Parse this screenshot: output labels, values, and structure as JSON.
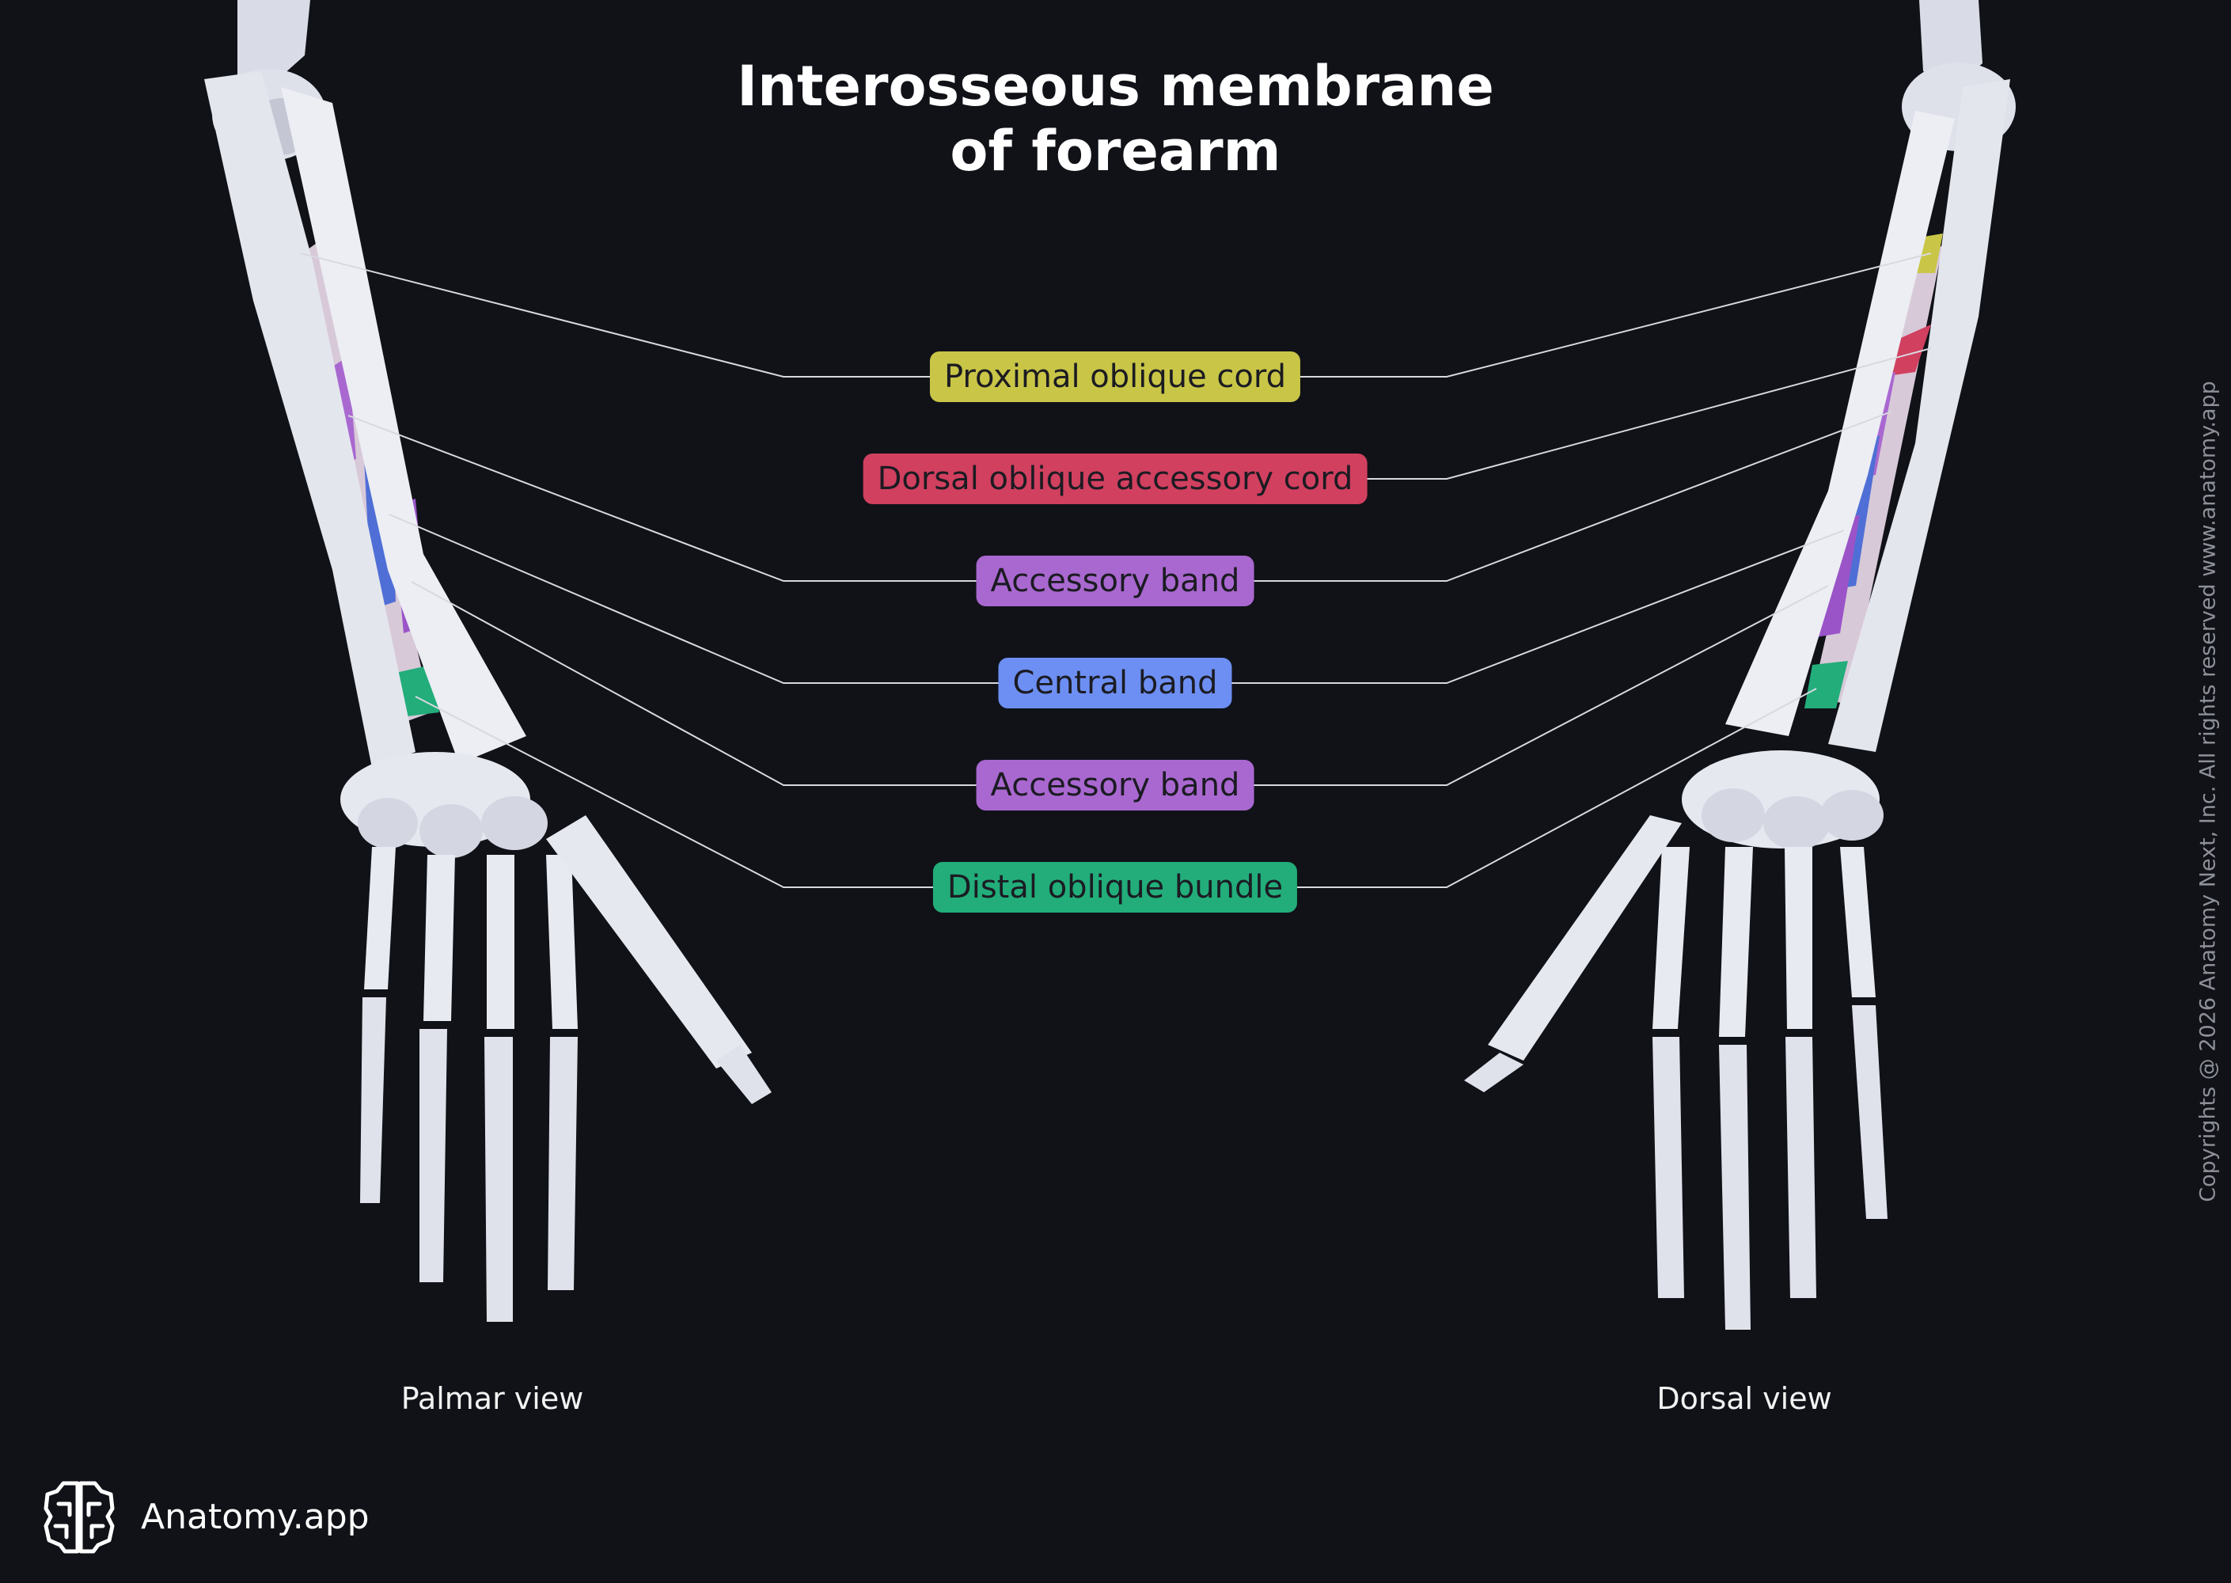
{
  "title_lines": [
    "Interosseous membrane",
    "of forearm"
  ],
  "structures": [
    {
      "label": "Proximal oblique cord",
      "color": "#c9c547"
    },
    {
      "label": "Dorsal oblique accessory cord",
      "color": "#d1405f"
    },
    {
      "label": "Accessory band",
      "color": "#a968d0"
    },
    {
      "label": "Central band",
      "color": "#6d8ff3"
    },
    {
      "label": "Accessory band",
      "color": "#a968d0"
    },
    {
      "label": "Distal oblique bundle",
      "color": "#22ad7a"
    }
  ],
  "views": {
    "palmar": "Palmar view",
    "dorsal": "Dorsal view"
  },
  "copyright": "Copyrights @ 2026 Anatomy Next, Inc. All rights reserved www.anatomy.app",
  "brand": {
    "name": "Anatomy.app",
    "icon": "brain-logo-icon"
  }
}
